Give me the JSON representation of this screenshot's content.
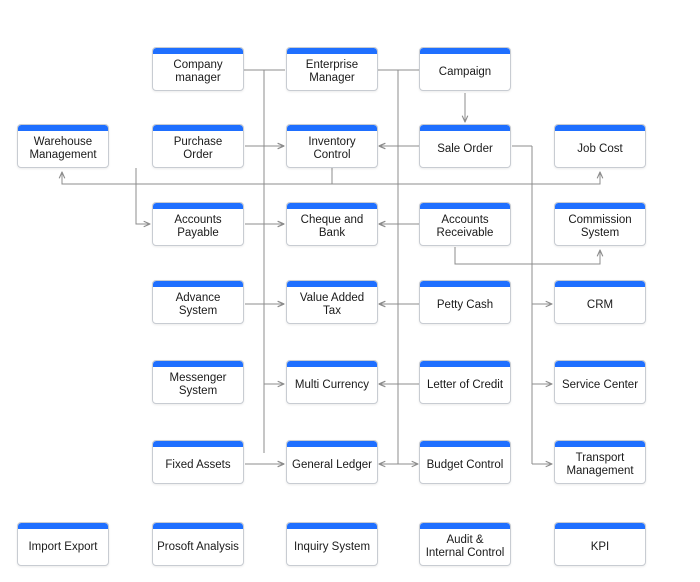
{
  "accent_color": "#1f6fff",
  "line_color": "#8c8c8c",
  "nodes": {
    "company_manager": "Company\nmanager",
    "enterprise_manager": "Enterprise\nManager",
    "campaign": "Campaign",
    "warehouse_management": "Warehouse\nManagement",
    "purchase_order": "Purchase\nOrder",
    "inventory_control": "Inventory\nControl",
    "sale_order": "Sale  Order",
    "job_cost": "Job Cost",
    "accounts_payable": "Accounts\nPayable",
    "cheque_and_bank": "Cheque and\nBank",
    "accounts_receivable": "Accounts\nReceivable",
    "commission_system": "Commission\nSystem",
    "advance_system": "Advance\nSystem",
    "value_added_tax": "Value Added\nTax",
    "petty_cash": "Petty Cash",
    "crm": "CRM",
    "messenger_system": "Messenger\nSystem",
    "multi_currency": "Multi Currency",
    "letter_of_credit": "Letter of Credit",
    "service_center": "Service Center",
    "fixed_assets": "Fixed Assets",
    "general_ledger": "General Ledger",
    "budget_control": "Budget Control",
    "transport_management": "Transport\nManagement",
    "import_export": "Import Export",
    "prosoft_analysis": "Prosoft Analysis",
    "inquiry_system": "Inquiry System",
    "audit_internal_control": "Audit &\nInternal Control",
    "kpi": "KPI"
  }
}
